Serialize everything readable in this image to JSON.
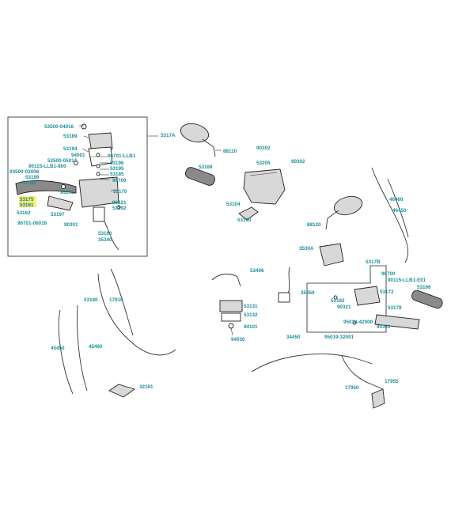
{
  "colors": {
    "label": "#1a8f99",
    "highlight": "#f4f46a",
    "line": "#333333"
  },
  "diagram": {
    "labels": {
      "l53500_04016": "53500-04016",
      "l5317A": "5317A",
      "l53189": "53189",
      "l53194": "53194",
      "l94001": "94001",
      "l53500_05014": "53500-05014",
      "l90115_LLB1_800": "90115-LLB1-800",
      "l93500_03008": "93500-03008",
      "l53199": "53199",
      "l53198": "53198",
      "l96701_LLB1": "96701-LLB1",
      "l53196": "53196",
      "l53195": "53195",
      "l53185": "53185",
      "l96700": "96700",
      "l93191": "93191",
      "l53170": "53170",
      "l53175": "53175",
      "l53161": "53161",
      "l53162": "53162",
      "l53197": "53197",
      "l96701_06016": "96701-06016",
      "l90301a": "90301",
      "l90321a": "90321",
      "l53192": "53192",
      "l53160": "53160",
      "l35340": "35340",
      "l88110": "88110",
      "l53168": "53168",
      "l90302a": "90302",
      "l53205": "53205",
      "l90302b": "90302",
      "l53104": "53104",
      "l53100": "53100",
      "l88120": "88120",
      "l46460": "46460",
      "l46450": "46450",
      "l35304": "3530A",
      "l5317B": "5317B",
      "l96700b": "96700",
      "l90115_LLB1_E01": "90115-LLB1-E01",
      "l53166": "53166",
      "l53406": "53406",
      "l35350": "35350",
      "l53182": "53182",
      "l90321b": "90321",
      "l53172": "53172",
      "l53178": "53178",
      "l95018_42000": "95018-42000",
      "l90301b": "90301",
      "l95019_32001": "95019-32001",
      "l53180": "53180",
      "l17910": "17910",
      "l53131": "53131",
      "l53132": "53132",
      "l94101": "94101",
      "l94030": "94030",
      "l45450": "45450",
      "l45460": "45460",
      "l34450": "34450",
      "l32161": "32161",
      "l17950": "17950",
      "l17955": "17955"
    }
  }
}
